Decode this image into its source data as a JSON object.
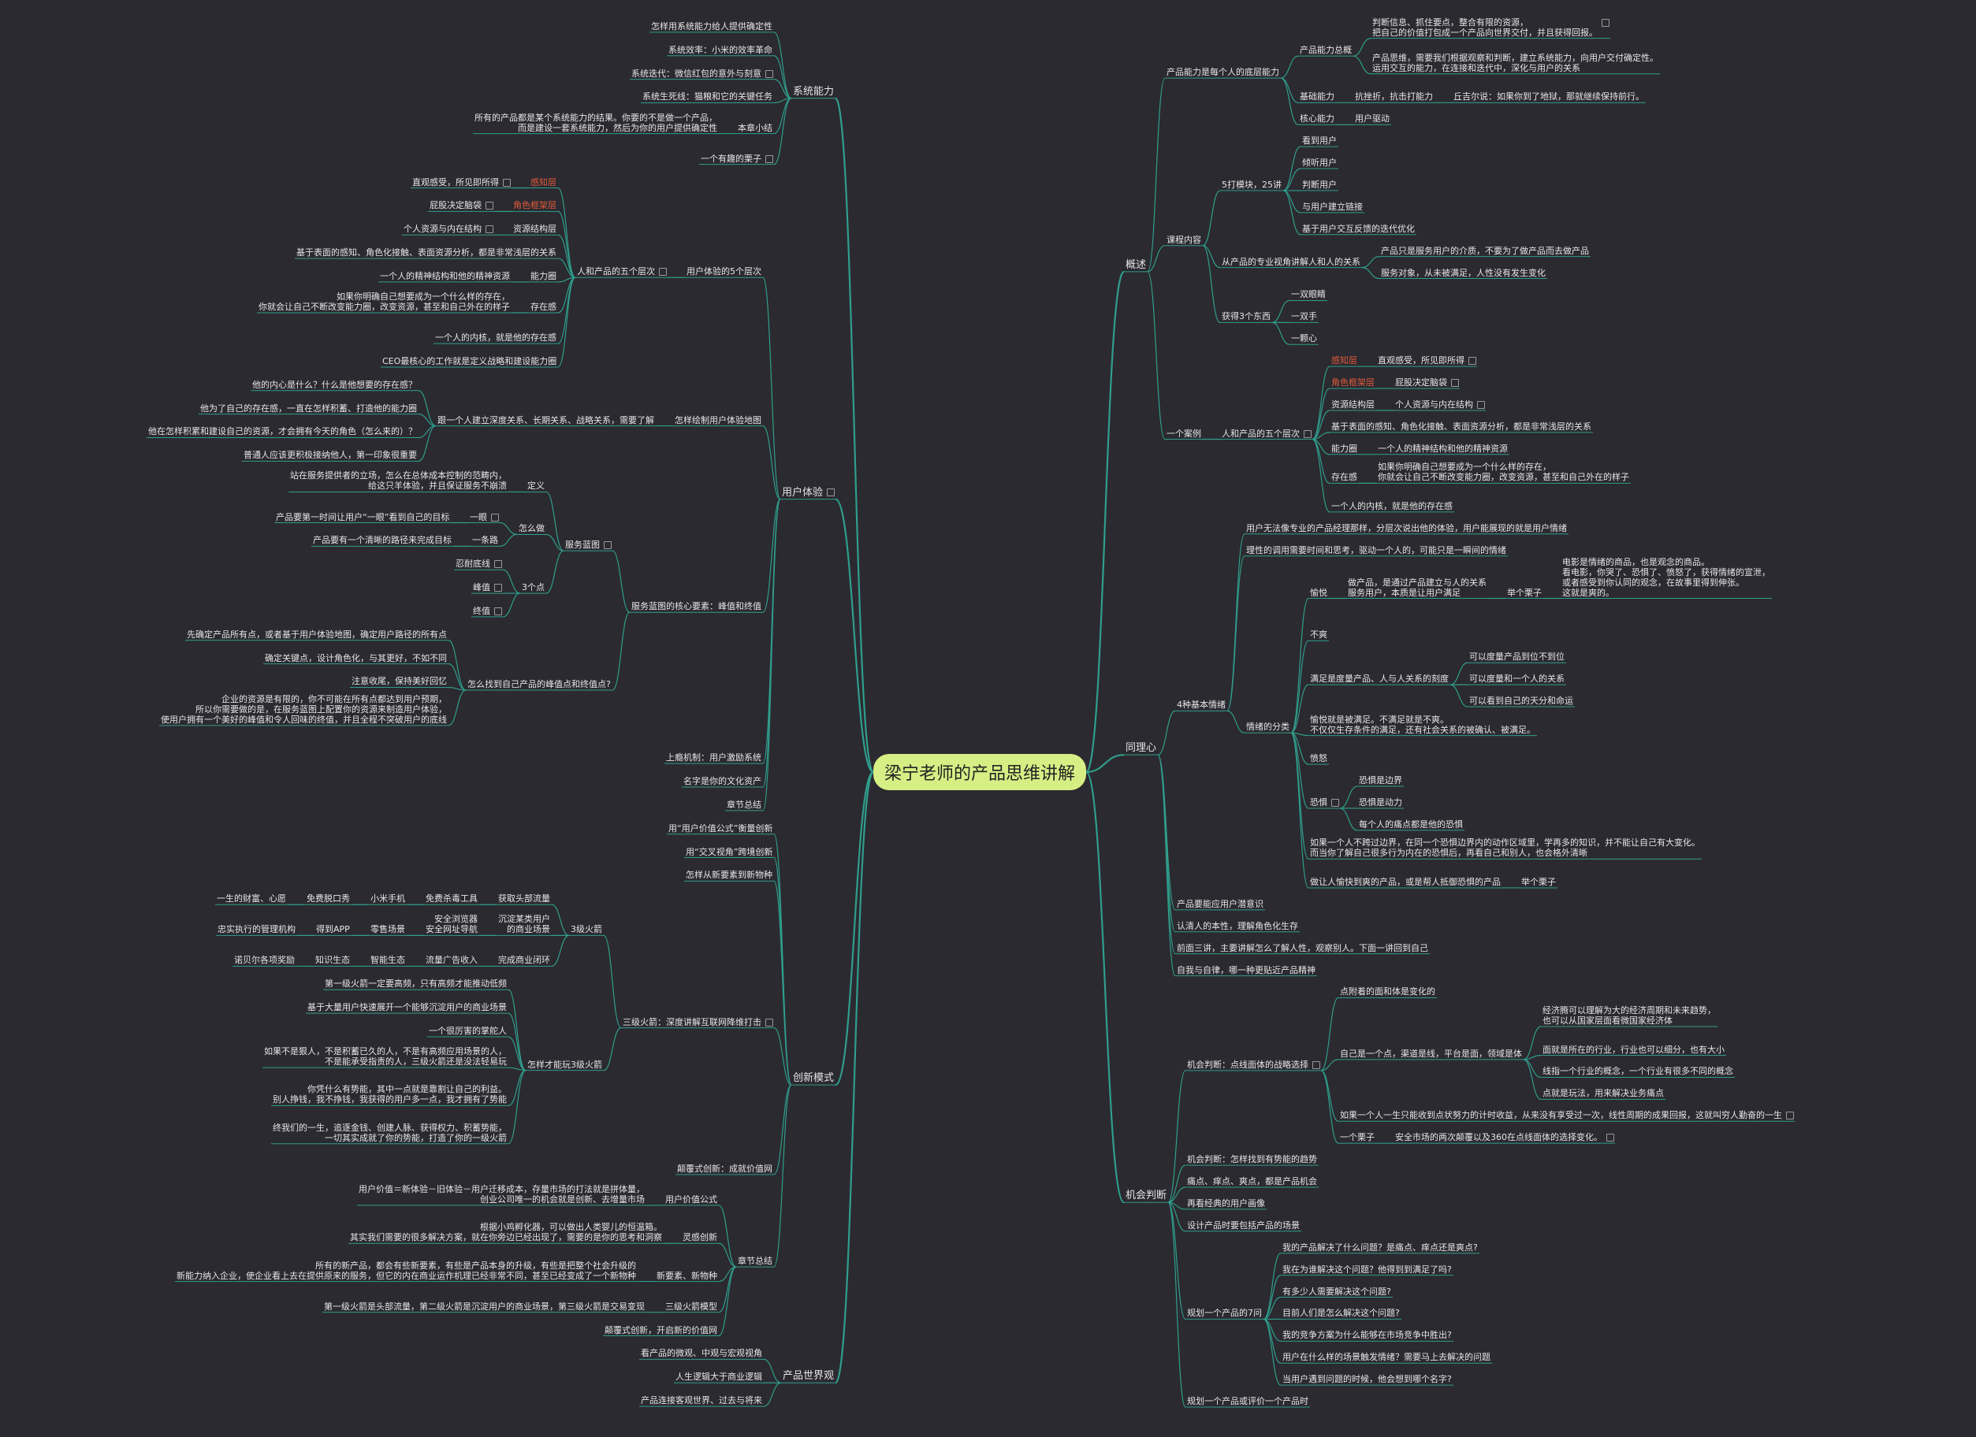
{
  "root": "梁宁老师的产品思维讲解",
  "colors": {
    "background": "#2b2a30",
    "link": "#2f9e8c",
    "root_fill": "#d6ef85",
    "text": "#e6e6e6",
    "highlight": "#e05a3a"
  },
  "icons": {
    "note": "note-icon"
  },
  "left": [
    {
      "t": "系统能力",
      "c": [
        {
          "t": "怎样用系统能力给人提供确定性"
        },
        {
          "t": "系统效率：小米的效率革命"
        },
        {
          "t": "系统迭代：微信红包的意外与刻意",
          "note": true
        },
        {
          "t": "系统生死线：猫粮和它的关键任务"
        },
        {
          "t": "本章小结",
          "c": [
            {
              "t": "所有的产品都是某个系统能力的结果。你要的不是做一个产品，\n而是建设一套系统能力，然后为你的用户提供确定性"
            }
          ]
        },
        {
          "t": "一个有趣的栗子",
          "note": true
        }
      ]
    },
    {
      "t": "用户体验",
      "note": true,
      "c": [
        {
          "t": "用户体验的5个层次",
          "c": [
            {
              "t": "人和产品的五个层次",
              "note": true,
              "c": [
                {
                  "t": "感知层",
                  "red": true,
                  "c": [
                    {
                      "t": "直观感受，所见即所得",
                      "note": true
                    }
                  ]
                },
                {
                  "t": "角色框架层",
                  "red": true,
                  "c": [
                    {
                      "t": "屁股决定脑袋",
                      "note": true
                    }
                  ]
                },
                {
                  "t": "资源结构层",
                  "c": [
                    {
                      "t": "个人资源与内在结构",
                      "note": true
                    }
                  ]
                },
                {
                  "t": "基于表面的感知、角色化接触、表面资源分析，都是非常浅层的关系"
                },
                {
                  "t": "能力圈",
                  "c": [
                    {
                      "t": "一个人的精神结构和他的精神资源"
                    }
                  ]
                },
                {
                  "t": "存在感",
                  "c": [
                    {
                      "t": "如果你明确自己想要成为一个什么样的存在，\n你就会让自己不断改变能力圈，改变资源，甚至和自己外在的样子"
                    }
                  ]
                },
                {
                  "t": "一个人的内核，就是他的存在感"
                },
                {
                  "t": "CEO最核心的工作就是定义战略和建设能力圈"
                }
              ]
            }
          ]
        },
        {
          "t": "怎样绘制用户体验地图",
          "c": [
            {
              "t": "跟一个人建立深度关系、长期关系、战略关系，需要了解",
              "c": [
                {
                  "t": "他的内心是什么？什么是他想要的存在感？"
                },
                {
                  "t": "他为了自己的存在感，一直在怎样积蓄、打造他的能力圈"
                },
                {
                  "t": "他在怎样积累和建设自己的资源，才会拥有今天的角色（怎么来的）？"
                },
                {
                  "t": "普通人应该更积极接纳他人，第一印象很重要"
                }
              ]
            }
          ]
        },
        {
          "t": "服务蓝图的核心要素：峰值和终值",
          "c": [
            {
              "t": "服务蓝图",
              "note": true,
              "c": [
                {
                  "t": "定义",
                  "c": [
                    {
                      "t": "站在服务提供者的立场，怎么在总体成本控制的范畴内，\n给这只羊体验，并且保证服务不崩溃"
                    }
                  ]
                },
                {
                  "t": "怎么做",
                  "c": [
                    {
                      "t": "一眼",
                      "note": true,
                      "c": [
                        {
                          "t": "产品要第一时间让用户“一眼”看到自己的目标"
                        }
                      ]
                    },
                    {
                      "t": "一条路",
                      "c": [
                        {
                          "t": "产品要有一个清晰的路径来完成目标"
                        }
                      ]
                    }
                  ]
                },
                {
                  "t": "3个点",
                  "c": [
                    {
                      "t": "忍耐底线",
                      "note": true
                    },
                    {
                      "t": "峰值",
                      "note": true
                    },
                    {
                      "t": "终值",
                      "note": true
                    }
                  ]
                }
              ]
            },
            {
              "t": "怎么找到自己产品的峰值点和终值点?",
              "c": [
                {
                  "t": "先确定产品所有点，或者基于用户体验地图，确定用户路径的所有点"
                },
                {
                  "t": "确定关键点，设计角色化，与其更好，不如不同"
                },
                {
                  "t": "注意收尾，保持美好回忆"
                },
                {
                  "t": "企业的资源是有限的，你不可能在所有点都达到用户预期，\n所以你需要做的是，在服务蓝图上配置你的资源来制造用户体验，\n使用户拥有一个美好的峰值和令人回味的终值，并且全程不突破用户的底线"
                }
              ]
            }
          ]
        },
        {
          "t": "上瘾机制：用户激励系统"
        },
        {
          "t": "名字是你的文化资产"
        },
        {
          "t": "章节总结"
        }
      ]
    },
    {
      "t": "创新模式",
      "c": [
        {
          "t": "用“用户价值公式”衡量创新"
        },
        {
          "t": "用“交叉视角”跨境创新"
        },
        {
          "t": "怎样从新要素到新物种"
        },
        {
          "t": "三级火箭：深度讲解互联网降维打击",
          "note": true,
          "c": [
            {
              "t": "3级火箭",
              "c": [
                {
                  "t": "获取头部流量",
                  "c": [
                    {
                      "t": "免费杀毒工具",
                      "c": [
                        {
                          "t": "小米手机",
                          "c": [
                            {
                              "t": "免费脱口秀",
                              "c": [
                                {
                                  "t": "一生的财富、心愿"
                                }
                              ]
                            }
                          ]
                        }
                      ]
                    }
                  ]
                },
                {
                  "t": "沉淀某类用户\n的商业场景",
                  "c": [
                    {
                      "t": "安全浏览器\n安全网址导航",
                      "c": [
                        {
                          "t": "零售场景",
                          "c": [
                            {
                              "t": "得到APP",
                              "c": [
                                {
                                  "t": "忠实执行的管理机构"
                                }
                              ]
                            }
                          ]
                        }
                      ]
                    }
                  ]
                },
                {
                  "t": "完成商业闭环",
                  "c": [
                    {
                      "t": "流量广告收入",
                      "c": [
                        {
                          "t": "智能生态",
                          "c": [
                            {
                              "t": "知识生态",
                              "c": [
                                {
                                  "t": "诺贝尔各项奖励"
                                }
                              ]
                            }
                          ]
                        }
                      ]
                    }
                  ]
                }
              ]
            },
            {
              "t": "怎样才能玩3级火箭",
              "c": [
                {
                  "t": "第一级火箭一定要高频，只有高频才能推动低频"
                },
                {
                  "t": "基于大量用户快速展开一个能够沉淀用户的商业场景"
                },
                {
                  "t": "一个很厉害的掌舵人"
                },
                {
                  "t": "如果不是狠人，不是积蓄已久的人，不是有高频应用场景的人，\n不是能承受指责的人，三级火箭还是没法轻易玩"
                },
                {
                  "t": "你凭什么有势能，其中一点就是靠割让自己的利益。\n别人挣钱，我不挣钱，我获得的用户多一点，我才拥有了势能"
                },
                {
                  "t": "终我们的一生，追逐金钱、创建人脉、获得权力、积蓄势能，\n一切其实成就了你的势能，打造了你的一级火箭"
                }
              ]
            }
          ]
        },
        {
          "t": "颠覆式创新：成就价值网"
        },
        {
          "t": "章节总结",
          "c": [
            {
              "t": "用户价值公式",
              "c": [
                {
                  "t": "用户价值＝新体验－旧体验－用户迁移成本，存量市场的打法就是拼体量，\n创业公司唯一的机会就是创新、去增量市场"
                }
              ]
            },
            {
              "t": "灵感创新",
              "c": [
                {
                  "t": "根据小鸡孵化器，可以做出人类婴儿的恒温箱。\n其实我们需要的很多解决方案，就在你旁边已经出现了，需要的是你的思考和洞察"
                }
              ]
            },
            {
              "t": "新要素、新物种",
              "c": [
                {
                  "t": "所有的新产品，都会有些新要素，有些是产品本身的升级，有些是把整个社会升级的\n新能力纳入企业，使企业看上去在提供原来的服务，但它的内在商业运作机理已经非常不同，甚至已经变成了一个新物种"
                }
              ]
            },
            {
              "t": "三级火箭模型",
              "c": [
                {
                  "t": "第一级火箭是头部流量，第二级火箭是沉淀用户的商业场景，第三级火箭是交易变现"
                }
              ]
            },
            {
              "t": "颠覆式创新，开启新的价值网"
            }
          ]
        }
      ]
    },
    {
      "t": "产品世界观",
      "c": [
        {
          "t": "看产品的微观、中观与宏观视角"
        },
        {
          "t": "人生逻辑大于商业逻辑"
        },
        {
          "t": "产品连接客观世界、过去与将来"
        }
      ]
    }
  ],
  "right": [
    {
      "t": "概述",
      "c": [
        {
          "t": "产品能力是每个人的底层能力",
          "c": [
            {
              "t": "产品能力总概",
              "c": [
                {
                  "t": "判断信息、抓住要点，整合有限的资源，\n把自己的价值打包成一个产品向世界交付，并且获得回报。",
                  "note": true
                },
                {
                  "t": "产品思维，需要我们根据观察和判断，建立系统能力，向用户交付确定性。\n运用交互的能力，在连接和迭代中，深化与用户的关系"
                }
              ]
            },
            {
              "t": "基础能力",
              "c": [
                {
                  "t": "抗挫折，抗击打能力",
                  "c": [
                    {
                      "t": "丘吉尔说：如果你到了地狱，那就继续保持前行。"
                    }
                  ]
                }
              ]
            },
            {
              "t": "核心能力",
              "c": [
                {
                  "t": "用户驱动"
                }
              ]
            }
          ]
        },
        {
          "t": "课程内容",
          "c": [
            {
              "t": "5打模块，25讲",
              "c": [
                {
                  "t": "看到用户"
                },
                {
                  "t": "倾听用户"
                },
                {
                  "t": "判断用户"
                },
                {
                  "t": "与用户建立链接"
                },
                {
                  "t": "基于用户交互反馈的迭代优化"
                }
              ]
            },
            {
              "t": "从产品的专业视角讲解人和人的关系",
              "c": [
                {
                  "t": "产品只是服务用户的介质，不要为了做产品而去做产品"
                },
                {
                  "t": "服务对象，从未被满足，人性没有发生变化"
                }
              ]
            },
            {
              "t": "获得3个东西",
              "c": [
                {
                  "t": "一双眼睛"
                },
                {
                  "t": "一双手"
                },
                {
                  "t": "一颗心"
                }
              ]
            }
          ]
        },
        {
          "t": "一个案例",
          "c": [
            {
              "t": "人和产品的五个层次",
              "note": true,
              "c": [
                {
                  "t": "感知层",
                  "red": true,
                  "c": [
                    {
                      "t": "直观感受，所见即所得",
                      "note": true
                    }
                  ]
                },
                {
                  "t": "角色框架层",
                  "red": true,
                  "c": [
                    {
                      "t": "屁股决定脑袋",
                      "note": true
                    }
                  ]
                },
                {
                  "t": "资源结构层",
                  "c": [
                    {
                      "t": "个人资源与内在结构",
                      "note": true
                    }
                  ]
                },
                {
                  "t": "基于表面的感知、角色化接触、表面资源分析，都是非常浅层的关系"
                },
                {
                  "t": "能力圈",
                  "c": [
                    {
                      "t": "一个人的精神结构和他的精神资源"
                    }
                  ]
                },
                {
                  "t": "存在感",
                  "c": [
                    {
                      "t": "如果你明确自己想要成为一个什么样的存在，\n你就会让自己不断改变能力圈，改变资源，甚至和自己外在的样子"
                    }
                  ]
                },
                {
                  "t": "一个人的内核，就是他的存在感"
                }
              ]
            }
          ]
        }
      ]
    },
    {
      "t": "同理心",
      "c": [
        {
          "t": "4种基本情绪",
          "c": [
            {
              "t": "用户无法像专业的产品经理那样，分层次说出他的体验，用户能展现的就是用户情绪"
            },
            {
              "t": "理性的调用需要时间和思考，驱动一个人的，可能只是一瞬间的情绪"
            },
            {
              "t": "情绪的分类",
              "c": [
                {
                  "t": "愉悦",
                  "c": [
                    {
                      "t": "做产品，是通过产品建立与人的关系\n服务用户，本质是让用户满足",
                      "c": [
                        {
                          "t": "举个栗子",
                          "c": [
                            {
                              "t": "电影是情绪的商品，也是观念的商品。\n看电影，你哭了、恐惧了、愤怒了，获得情绪的宣泄，\n或者感受到你认同的观念，在故事里得到伸张。\n这就是爽的。"
                            }
                          ]
                        }
                      ]
                    }
                  ]
                },
                {
                  "t": "不爽"
                },
                {
                  "t": "满足是度量产品、人与人关系的刻度",
                  "c": [
                    {
                      "t": "可以度量产品到位不到位"
                    },
                    {
                      "t": "可以度量和一个人的关系"
                    },
                    {
                      "t": "可以看到自己的天分和命运"
                    }
                  ]
                },
                {
                  "t": "愉悦就是被满足。不满足就是不爽。\n不仅仅生存条件的满足，还有社会关系的被确认、被满足。"
                },
                {
                  "t": "愤怒"
                },
                {
                  "t": "恐惧",
                  "note": true,
                  "c": [
                    {
                      "t": "恐惧是边界"
                    },
                    {
                      "t": "恐惧是动力"
                    },
                    {
                      "t": "每个人的痛点都是他的恐惧"
                    }
                  ]
                },
                {
                  "t": "如果一个人不跨过边界，在同一个恐惧边界内的动作区域里，学再多的知识，并不能让自己有大变化。\n而当你了解自己很多行为内在的恐惧后，再看自己和别人，也会格外清晰"
                },
                {
                  "t": "做让人愉快到爽的产品，或是帮人抵御恐惧的产品",
                  "c": [
                    {
                      "t": "举个栗子"
                    }
                  ]
                }
              ]
            }
          ]
        },
        {
          "t": "产品要能应用户潜意识"
        },
        {
          "t": "认清人的本性，理解角色化生存"
        },
        {
          "t": "前面三讲，主要讲解怎么了解人性，观察别人。下面一讲回到自己"
        },
        {
          "t": "自我与自律，哪一种更贴近产品精神"
        }
      ]
    },
    {
      "t": "机会判断",
      "c": [
        {
          "t": "机会判断：点线面体的战略选择",
          "note": true,
          "c": [
            {
              "t": "点附着的面和体是变化的"
            },
            {
              "t": "自己是一个点，渠道是线，平台是面，领域是体",
              "c": [
                {
                  "t": "经济腾可以理解为大的经济周期和未来趋势，\n也可以从国家层面看微国家经济体"
                },
                {
                  "t": "面就是所在的行业，行业也可以细分，也有大小"
                },
                {
                  "t": "线指一个行业的概念，一个行业有很多不同的概念"
                },
                {
                  "t": "点就是玩法，用来解决业务痛点"
                }
              ]
            },
            {
              "t": "如果一个人一生只能收到点状努力的计时收益，从来没有享受过一次，线性周期的成果回报，这就叫穷人勤奋的一生",
              "note": true
            },
            {
              "t": "一个栗子",
              "c": [
                {
                  "t": "安全市场的两次颠覆以及360在点线面体的选择变化。",
                  "note": true
                }
              ]
            }
          ]
        },
        {
          "t": "机会判断：怎样找到有势能的趋势"
        },
        {
          "t": "痛点、痒点、爽点，都是产品机会"
        },
        {
          "t": "再看经典的用户画像"
        },
        {
          "t": "设计产品时要包括产品的场景"
        },
        {
          "t": "规划一个产品的7问",
          "c": [
            {
              "t": "我的产品解决了什么问题？是痛点、痒点还是爽点?"
            },
            {
              "t": "我在为谁解决这个问题？他得到到满足了吗?"
            },
            {
              "t": "有多少人需要解决这个问题?"
            },
            {
              "t": "目前人们是怎么解决这个问题?"
            },
            {
              "t": "我的竞争方案为什么能够在市场竞争中胜出?"
            },
            {
              "t": "用户在什么样的场景触发情绪？需要马上去解决的问题"
            },
            {
              "t": "当用户遇到问题的时候，他会想到哪个名字?"
            }
          ]
        },
        {
          "t": "规划一个产品或评价一个产品时"
        }
      ]
    }
  ]
}
